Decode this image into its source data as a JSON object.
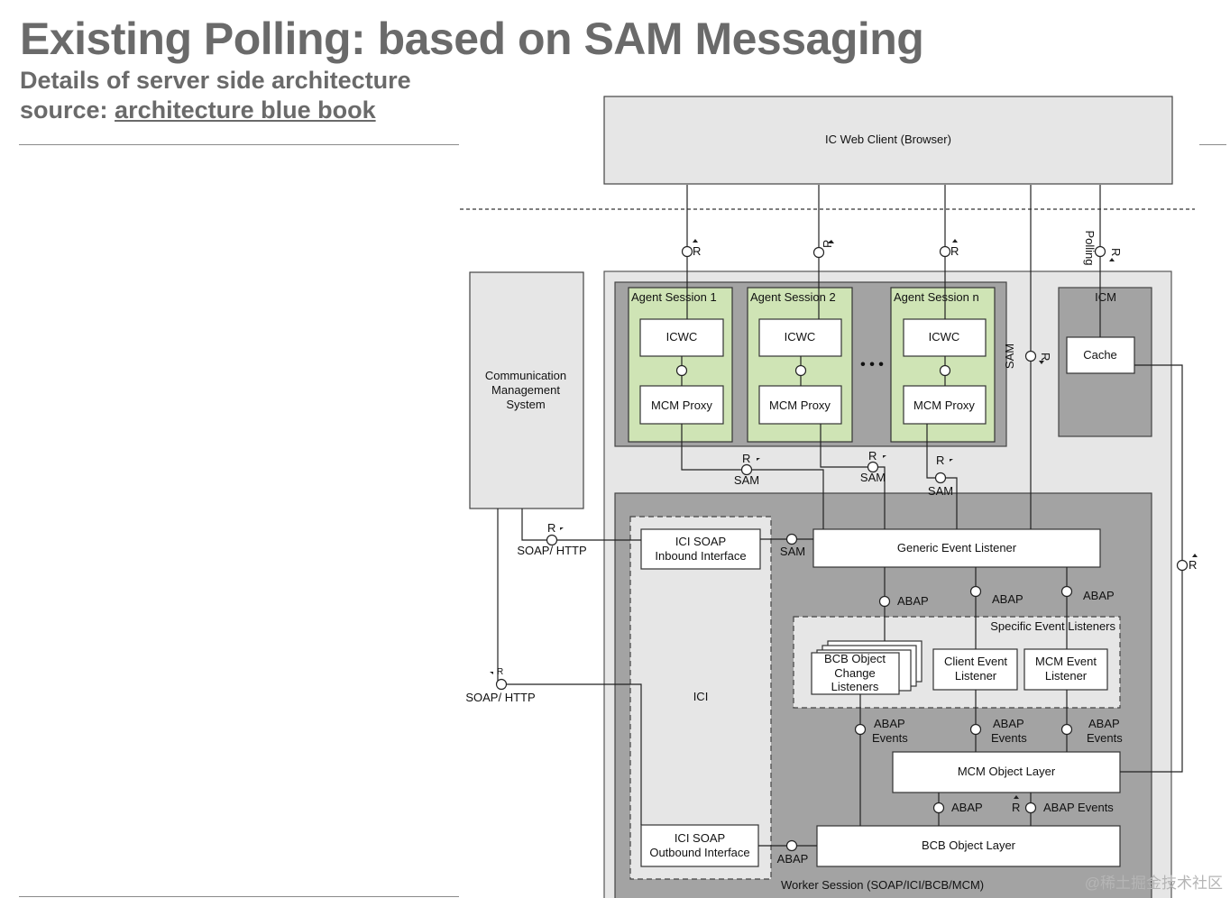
{
  "slide": {
    "title": "Existing Polling: based on SAM Messaging",
    "subtitle": "Details of server side architecture",
    "source_prefix": "source: ",
    "source_link": "architecture blue book"
  },
  "diagram": {
    "browser": "IC Web Client (Browser)",
    "cms": [
      "Communication",
      "Management",
      "System"
    ],
    "agent_session_1": "Agent Session 1",
    "agent_session_2": "Agent Session 2",
    "agent_session_n": "Agent Session n",
    "icwc": "ICWC",
    "mcm_proxy": "MCM Proxy",
    "ellipsis": "• • •",
    "icm": "ICM",
    "cache": "Cache",
    "polling": "Polling",
    "r": "R",
    "sam": "SAM",
    "soap_http": "SOAP/ HTTP",
    "abap": "ABAP",
    "abap_events_short": [
      "ABAP",
      "Events"
    ],
    "abap_events": "ABAP Events",
    "ici_inbound": [
      "ICI SOAP",
      "Inbound Interface"
    ],
    "ici_outbound": [
      "ICI SOAP",
      "Outbound Interface"
    ],
    "ici": "ICI",
    "generic_listener": "Generic Event Listener",
    "specific_listeners": "Specific Event Listeners",
    "bcb_change": [
      "BCB Object",
      "Change",
      "Listeners"
    ],
    "client_listener": [
      "Client Event",
      "Listener"
    ],
    "mcm_listener": [
      "MCM Event",
      "Listener"
    ],
    "mcm_object_layer": "MCM Object Layer",
    "bcb_object_layer": "BCB Object Layer",
    "worker_session": "Worker Session (SOAP/ICI/BCB/MCM)"
  },
  "watermark": "@稀土掘金技术社区",
  "colors": {
    "title_gray": "#6a6a6a",
    "agent_green": "#cfe4b5",
    "panel_dark": "#a3a3a3",
    "panel_light": "#e6e6e6"
  }
}
